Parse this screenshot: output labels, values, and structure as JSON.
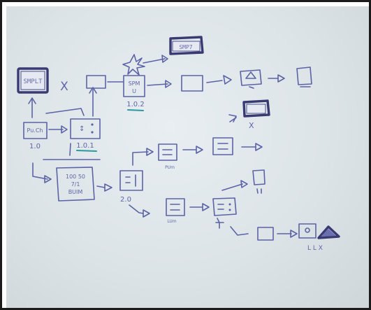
{
  "nodes": {
    "start": {
      "text": "SMPLT"
    },
    "x_mark": {
      "text": "X"
    },
    "top_screen": {
      "text": "SMP7"
    },
    "step_1_0": {
      "line1": "Pu.Ch"
    },
    "step_1_0_label": {
      "text": "1.0"
    },
    "step_1_0_1_label": {
      "text": "1.0.1"
    },
    "step_1_0_2": {
      "line1": "SPM",
      "line2": "U"
    },
    "step_1_0_2_label": {
      "text": "1.0.2"
    },
    "process_box": {
      "line1": "100 50",
      "line2": "7/1",
      "line3": "BUIM"
    },
    "step_2_0_label": {
      "text": "2.0"
    },
    "small_label_a": {
      "text": "PUm"
    },
    "small_label_b": {
      "text": "LUm"
    },
    "x_mark_b": {
      "text": "X"
    },
    "end_label": {
      "text": "L L X"
    }
  },
  "colors": {
    "ink": "#5b63a6",
    "dark": "#3a3a72",
    "teal": "#2b9a9e",
    "paper": "#dde4e8"
  }
}
